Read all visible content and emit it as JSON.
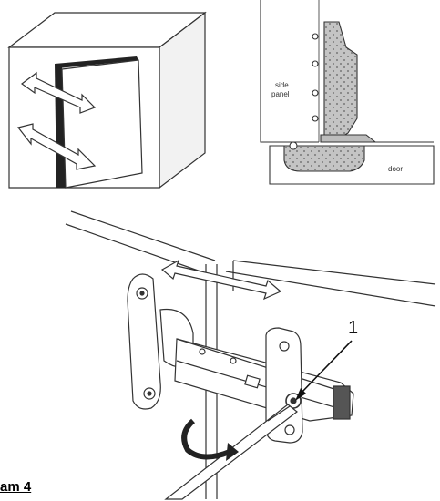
{
  "figure": {
    "caption": "am 4",
    "callout_number": "1",
    "section_labels": {
      "side_panel_line1": "side",
      "side_panel_line2": "panel",
      "door": "door"
    }
  },
  "colors": {
    "line": "#333333",
    "hinge_fill": "#bdbdbd",
    "stipple": "#777777",
    "cabinet_side": "#f2f2f2"
  },
  "icons": {
    "adjust_arrow": "double-headed-arrow",
    "rotation": "curved-rotation-arrow",
    "tool": "screwdriver"
  }
}
